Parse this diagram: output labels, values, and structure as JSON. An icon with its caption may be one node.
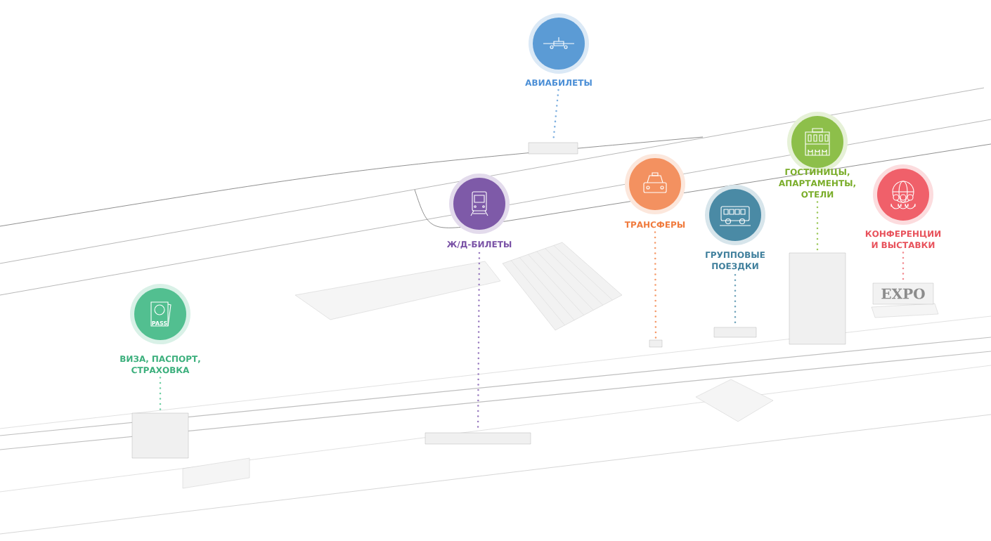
{
  "diagram": {
    "nodes": [
      {
        "text": [
          "АВИАБИЛЕТЫ"
        ]
      },
      {
        "text": [
          "ВИЗА, ПАСПОРТ, СТРАХОВКА"
        ]
      },
      {
        "text": [
          "Ж/Д-БИЛЕТЫ"
        ]
      },
      {
        "text": [
          "ТРАНСФЕРЫ"
        ]
      },
      {
        "text": [
          "ГРУППОВЫЕ ПОЕЗДКИ"
        ]
      },
      {
        "text": [
          "ГОСТИНИЦЫ, АПАРТАМЕНТЫ, ОТЕЛИ"
        ]
      },
      {
        "text": [
          "КОНФЕРЕНЦИИ И ВЫСТАВКИ"
        ]
      },
      {
        "text": [],
        "shape": "box"
      },
      {
        "text": [],
        "shape": "box"
      },
      {
        "text": [],
        "shape": "box"
      },
      {
        "text": [],
        "shape": "box"
      },
      {
        "text": [],
        "shape": "box"
      },
      {
        "text": [],
        "shape": "box"
      },
      {
        "text": [
          "EXPO"
        ]
      }
    ],
    "edges": [
      {
        "from": 0,
        "to": 7,
        "arrow": "none",
        "color": "#7fb0e0"
      },
      {
        "from": 1,
        "to": 8,
        "arrow": "none",
        "color": "#6fd0a4"
      },
      {
        "from": 2,
        "to": 9,
        "arrow": "none",
        "color": "#9a7cc0"
      },
      {
        "from": 3,
        "to": 10,
        "arrow": "none",
        "color": "#f59a6a"
      },
      {
        "from": 4,
        "to": 11,
        "arrow": "none",
        "color": "#6fa3ba"
      },
      {
        "from": 5,
        "to": 12,
        "arrow": "none",
        "color": "#9cc85a"
      },
      {
        "from": 6,
        "to": 13,
        "arrow": "none",
        "color": "#f2888e"
      }
    ],
    "labels": [
      "PASS"
    ]
  }
}
